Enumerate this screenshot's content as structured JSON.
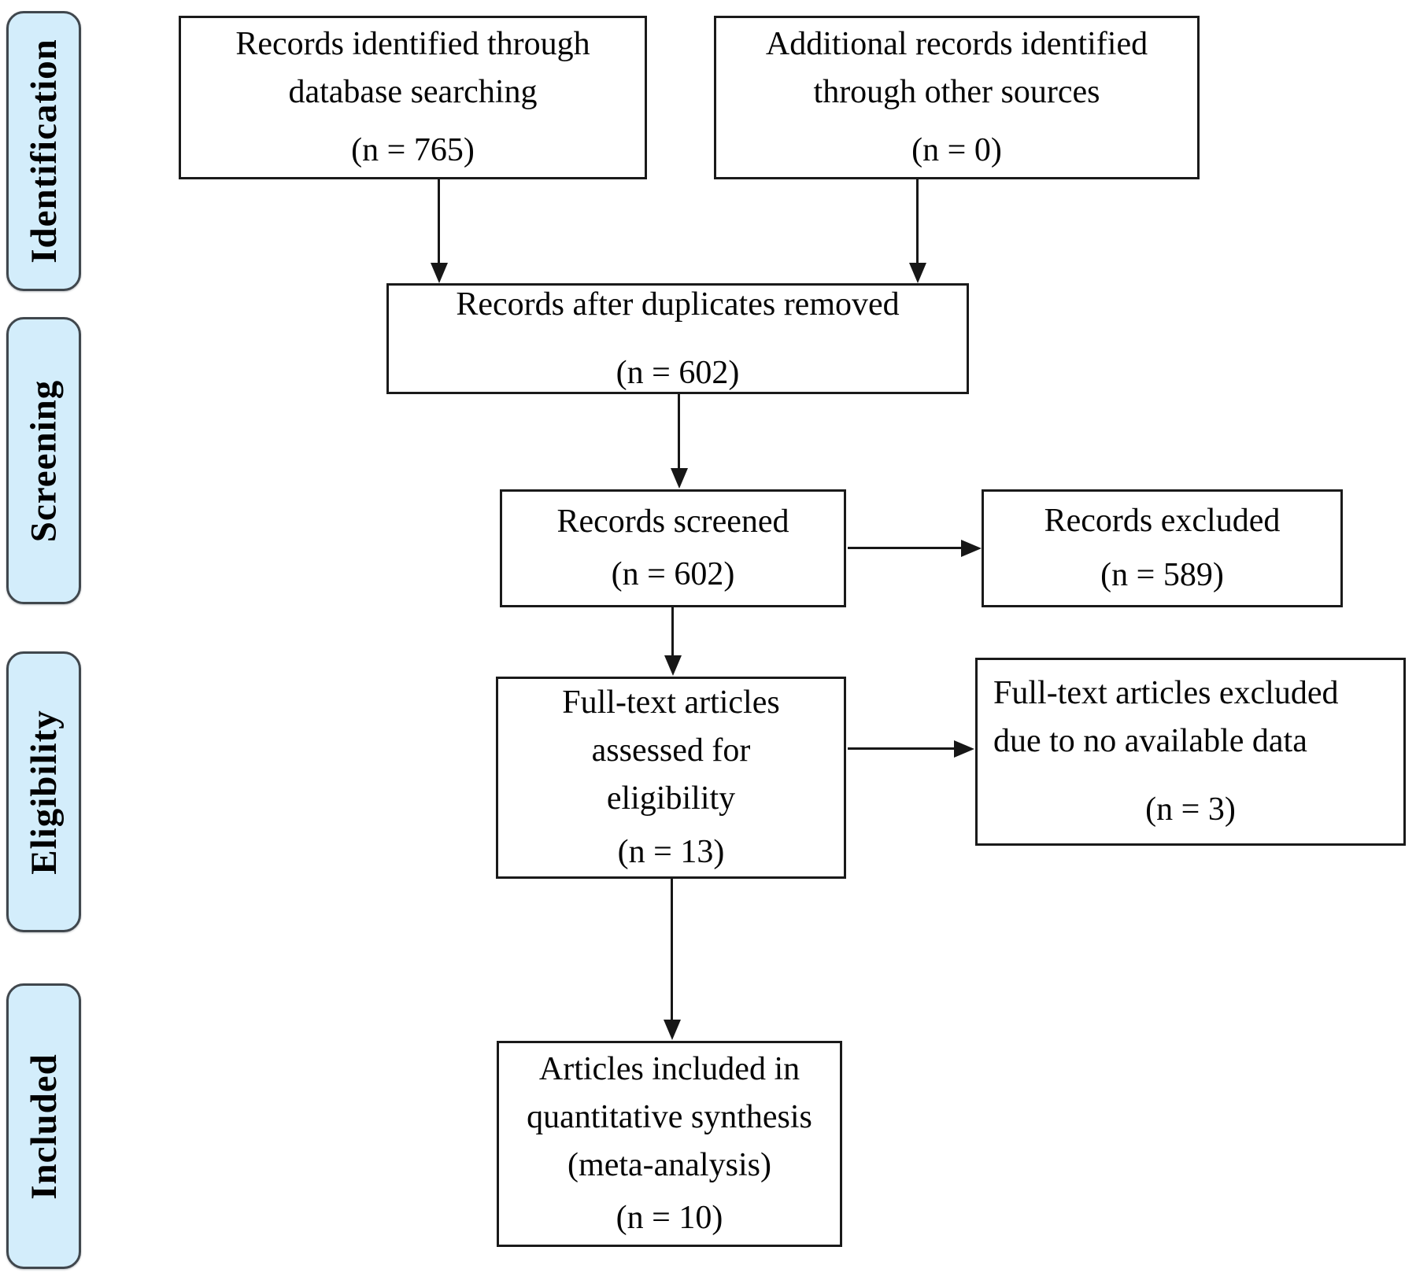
{
  "colors": {
    "stage_fill": "#d3edfb",
    "stage_border": "#40474d",
    "box_fill": "#ffffff",
    "box_border": "#1a1a1a"
  },
  "stages": [
    {
      "label": "Identification"
    },
    {
      "label": "Screening"
    },
    {
      "label": "Eligibility"
    },
    {
      "label": "Included"
    }
  ],
  "boxes": {
    "db_search": {
      "lines": [
        "Records identified through",
        "database searching"
      ],
      "count": "(n = 765)"
    },
    "other_sources": {
      "lines": [
        "Additional records identified",
        "through other sources"
      ],
      "count": "(n = 0)"
    },
    "after_duplicates": {
      "lines": [
        "Records after duplicates removed"
      ],
      "count": "(n = 602)"
    },
    "screened": {
      "lines": [
        "Records screened"
      ],
      "count": "(n = 602)"
    },
    "excluded": {
      "lines": [
        "Records excluded"
      ],
      "count": "(n = 589)"
    },
    "fulltext_assessed": {
      "lines": [
        "Full-text articles",
        "assessed for",
        "eligibility"
      ],
      "count": "(n = 13)"
    },
    "fulltext_excluded": {
      "lines": [
        "Full-text articles excluded",
        "due to no available data"
      ],
      "count": "(n = 3)"
    },
    "included_synthesis": {
      "lines": [
        "Articles included in",
        "quantitative synthesis",
        "(meta-analysis)"
      ],
      "count": "(n = 10)"
    }
  }
}
